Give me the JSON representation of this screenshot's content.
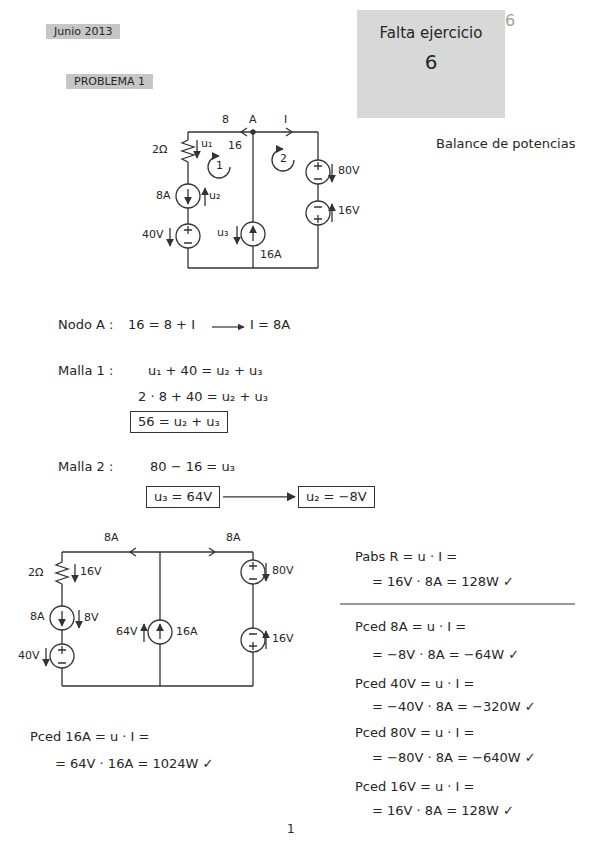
{
  "diagram": {
    "nodes": [
      {
        "text": [
          "Junio 2013"
        ]
      },
      {
        "text": [
          "PROBLEMA 1"
        ]
      },
      {
        "text": [
          "Falta ejercicio",
          "6"
        ]
      },
      {
        "text": [
          "56 = u₂ + u₃"
        ]
      },
      {
        "text": [
          "u₃ = 64V"
        ]
      },
      {
        "text": [
          "u₂ = −8V"
        ]
      }
    ],
    "edges": [
      {
        "from": 4,
        "to": 5,
        "arrow": "to"
      }
    ],
    "labels": [
      "6",
      "Balance de potencias",
      "8",
      "A",
      "I",
      "2Ω",
      "u₁",
      "16",
      "1",
      "2",
      "8A",
      "u₂",
      "40V",
      "u₃",
      "16A",
      "80V",
      "16V",
      "Nodo A :",
      "16 = 8 + I",
      "I = 8A",
      "Malla 1 :",
      "u₁ + 40 = u₂ + u₃",
      "2 · 8 + 40 = u₂ + u₃",
      "Malla 2 :",
      "80 − 16 = u₃",
      "8A",
      "8A",
      "2Ω",
      "16V",
      "8A",
      "8V",
      "40V",
      "64V",
      "16A",
      "80V",
      "16V",
      "Pabs R = u · I =",
      "= 16V · 8A = 128W ✓",
      "Pced 8A = u · I =",
      "= −8V · 8A = −64W ✓",
      "Pced 40V = u · I =",
      "= −40V · 8A = −320W ✓",
      "Pced 80V = u · I =",
      "= −80V · 8A = −640W ✓",
      "Pced 16V = u · I =",
      "= 16V · 8A = 128W ✓",
      "Pced 16A = u · I =",
      "= 64V · 16A = 1024W ✓",
      "1"
    ]
  }
}
